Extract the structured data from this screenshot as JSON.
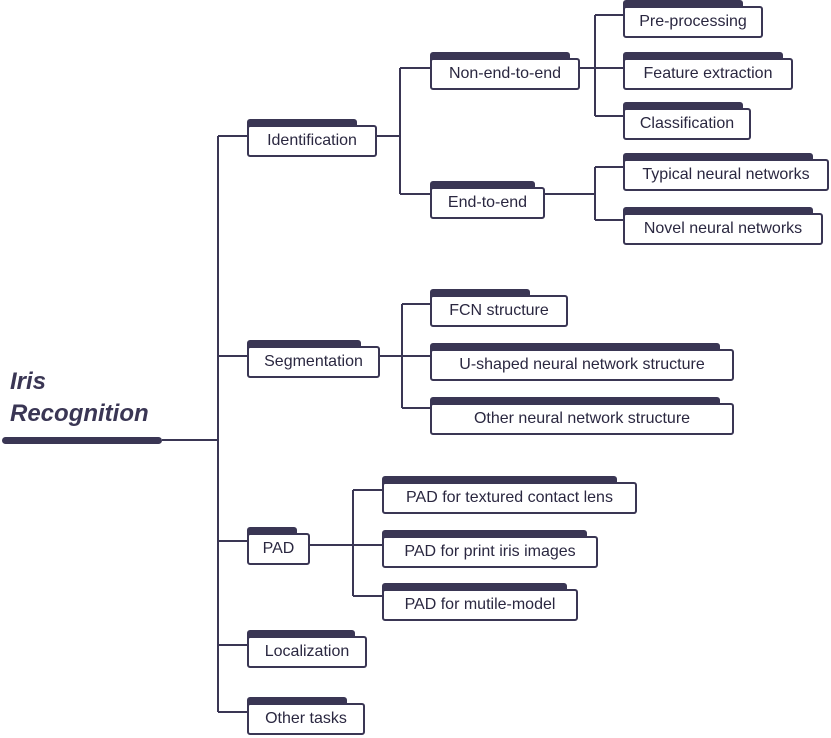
{
  "root": {
    "line1": "Iris",
    "line2": "Recognition"
  },
  "level1": {
    "identification": "Identification",
    "segmentation": "Segmentation",
    "pad": "PAD",
    "localization": "Localization",
    "other_tasks": "Other tasks"
  },
  "identification": {
    "non_end_to_end": "Non-end-to-end",
    "end_to_end": "End-to-end",
    "pre_processing": "Pre-processing",
    "feature_extraction": "Feature extraction",
    "classification": "Classification",
    "typical_nn": "Typical neural networks",
    "novel_nn": "Novel neural networks"
  },
  "segmentation": {
    "fcn": "FCN structure",
    "u_shaped": "U-shaped neural network structure",
    "other_nn": "Other neural network structure"
  },
  "pad": {
    "contact_lens": "PAD for textured contact lens",
    "print_iris": "PAD for print iris images",
    "multi_model": "PAD for mutile-model"
  },
  "colors": {
    "line": "#3a3654",
    "box_border": "#3a3654",
    "text": "#2a2740"
  }
}
